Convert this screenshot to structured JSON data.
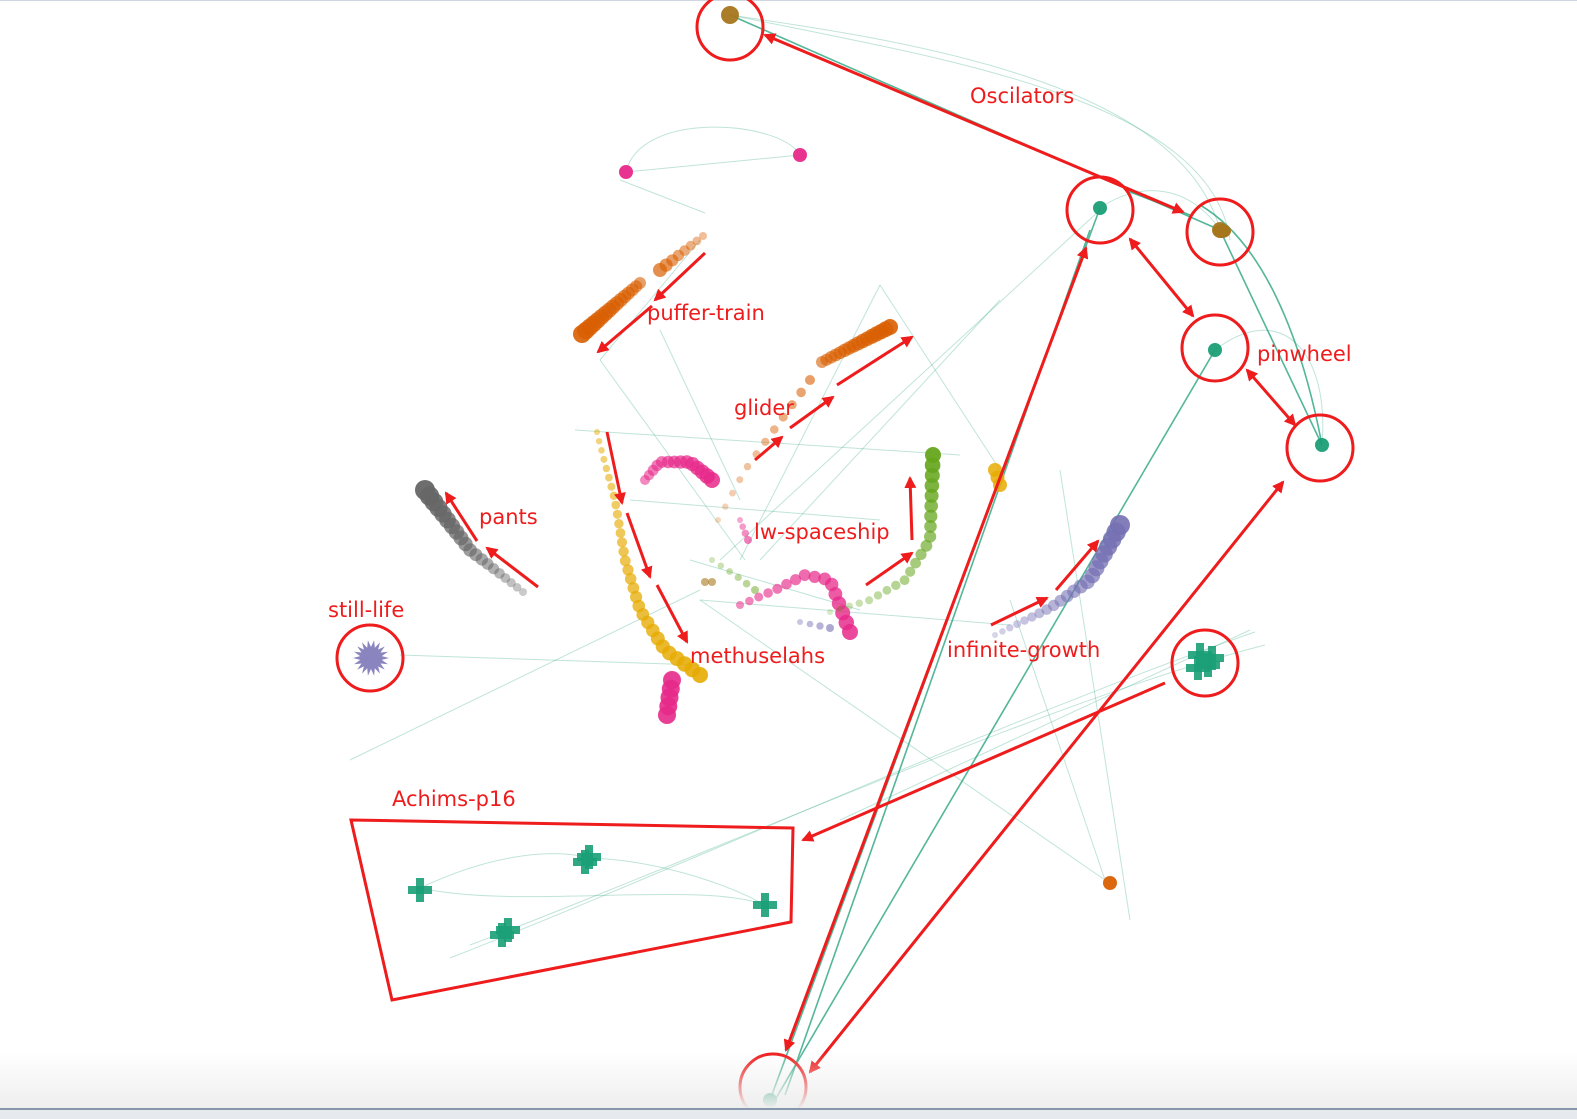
{
  "colors": {
    "annotation": "#ee1c1c",
    "edge": "#1b9e77",
    "teal": "#1b9e77",
    "orange": "#d95f02",
    "purple": "#7570b3",
    "magenta": "#e7298a",
    "green": "#66a61e",
    "yellow": "#e6ab02",
    "brown": "#a6761d",
    "gray": "#666666"
  },
  "labels": {
    "oscillators": "Oscilators",
    "puffer_train": "puffer-train",
    "glider": "glider",
    "pinwheel": "pinwheel",
    "pants": "pants",
    "lw_spaceship": "lw-spaceship",
    "still_life": "still-life",
    "methuselahs": "methuselahs",
    "infinite_growth": "infinite-growth",
    "achims_p16": "Achims-p16"
  },
  "clusters": [
    {
      "name": "oscillators",
      "color": "brown",
      "shape": "circle"
    },
    {
      "name": "puffer-train",
      "color": "orange",
      "shape": "circle"
    },
    {
      "name": "glider",
      "color": "orange",
      "shape": "circle"
    },
    {
      "name": "pinwheel",
      "color": "teal",
      "shape": "circle"
    },
    {
      "name": "pants",
      "color": "gray",
      "shape": "circle"
    },
    {
      "name": "lw-spaceship",
      "color": "green",
      "shape": "circle"
    },
    {
      "name": "still-life",
      "color": "purple",
      "shape": "star"
    },
    {
      "name": "methuselahs",
      "color": "yellow",
      "shape": "circle"
    },
    {
      "name": "infinite-growth",
      "color": "purple",
      "shape": "circle"
    },
    {
      "name": "Achims-p16",
      "color": "teal",
      "shape": "cross"
    }
  ]
}
